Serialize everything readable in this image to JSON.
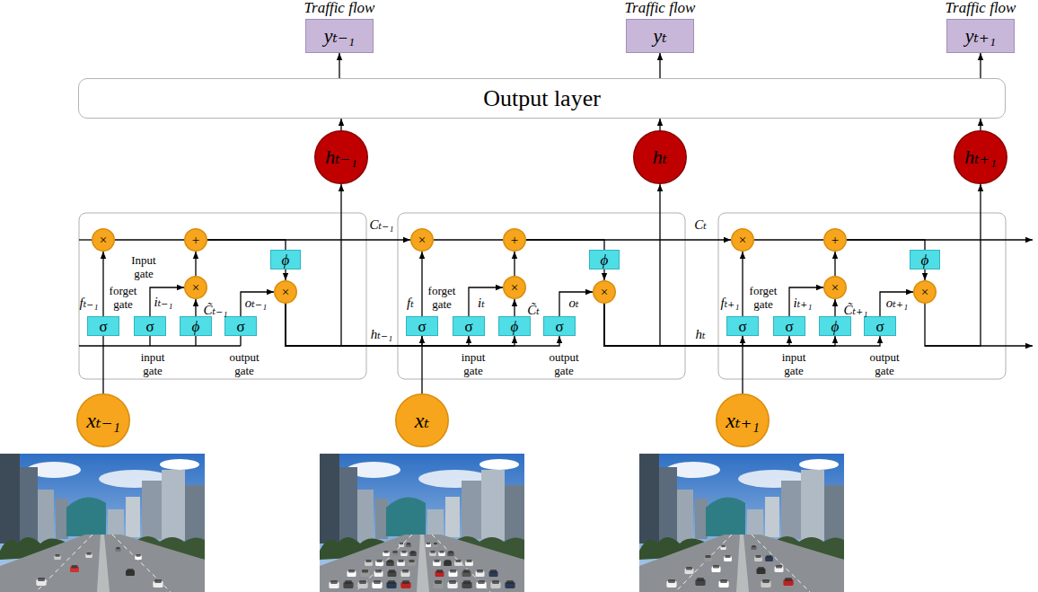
{
  "diagram": {
    "nodes": [
      {
        "text": [
          "Traffic flow",
          "yₜ₋₁"
        ]
      },
      {
        "text": [
          "Traffic flow",
          "yₜ"
        ]
      },
      {
        "text": [
          "Traffic flow",
          "yₜ₊₁"
        ]
      },
      {
        "text": [
          "Output layer"
        ]
      },
      {
        "text": [
          "hₜ₋₁"
        ]
      },
      {
        "text": [
          "hₜ"
        ]
      },
      {
        "text": [
          "hₜ₊₁"
        ]
      },
      {
        "text": [
          "×"
        ]
      },
      {
        "text": [
          "+"
        ]
      },
      {
        "text": [
          "×"
        ]
      },
      {
        "text": [
          "ϕ"
        ]
      },
      {
        "text": [
          "×"
        ]
      },
      {
        "text": [
          "σ"
        ]
      },
      {
        "text": [
          "σ"
        ]
      },
      {
        "text": [
          "ϕ"
        ]
      },
      {
        "text": [
          "σ"
        ]
      },
      {
        "text": [
          "×"
        ]
      },
      {
        "text": [
          "+"
        ]
      },
      {
        "text": [
          "×"
        ]
      },
      {
        "text": [
          "ϕ"
        ]
      },
      {
        "text": [
          "×"
        ]
      },
      {
        "text": [
          "σ"
        ]
      },
      {
        "text": [
          "σ"
        ]
      },
      {
        "text": [
          "ϕ"
        ]
      },
      {
        "text": [
          "σ"
        ]
      },
      {
        "text": [
          "×"
        ]
      },
      {
        "text": [
          "+"
        ]
      },
      {
        "text": [
          "×"
        ]
      },
      {
        "text": [
          "ϕ"
        ]
      },
      {
        "text": [
          "×"
        ]
      },
      {
        "text": [
          "σ"
        ]
      },
      {
        "text": [
          "σ"
        ]
      },
      {
        "text": [
          "ϕ"
        ]
      },
      {
        "text": [
          "σ"
        ]
      },
      {
        "text": [
          "xₜ₋₁"
        ]
      },
      {
        "text": [
          "xₜ"
        ]
      },
      {
        "text": [
          "xₜ₊₁"
        ]
      }
    ],
    "edges": [
      {
        "from": 3,
        "to": 0,
        "arrow": "to"
      },
      {
        "from": 3,
        "to": 1,
        "arrow": "to"
      },
      {
        "from": 3,
        "to": 2,
        "arrow": "to"
      },
      {
        "from": 4,
        "to": 3,
        "arrow": "to"
      },
      {
        "from": 5,
        "to": 3,
        "arrow": "to"
      },
      {
        "from": 6,
        "to": 3,
        "arrow": "to"
      },
      {
        "from": 12,
        "to": 7,
        "arrow": "to"
      },
      {
        "from": 13,
        "to": 9,
        "arrow": "to"
      },
      {
        "from": 14,
        "to": 9,
        "arrow": "to"
      },
      {
        "from": 7,
        "to": 8,
        "arrow": "none"
      },
      {
        "from": 9,
        "to": 8,
        "arrow": "to"
      },
      {
        "from": 8,
        "to": 10,
        "arrow": "none"
      },
      {
        "from": 10,
        "to": 11,
        "arrow": "to"
      },
      {
        "from": 15,
        "to": 11,
        "arrow": "to"
      },
      {
        "from": 11,
        "to": 4,
        "arrow": "to"
      },
      {
        "from": 34,
        "to": 12,
        "arrow": "none"
      },
      {
        "from": 21,
        "to": 16,
        "arrow": "to"
      },
      {
        "from": 22,
        "to": 18,
        "arrow": "to"
      },
      {
        "from": 23,
        "to": 18,
        "arrow": "to"
      },
      {
        "from": 16,
        "to": 17,
        "arrow": "none"
      },
      {
        "from": 18,
        "to": 17,
        "arrow": "to"
      },
      {
        "from": 17,
        "to": 19,
        "arrow": "none"
      },
      {
        "from": 19,
        "to": 20,
        "arrow": "to"
      },
      {
        "from": 24,
        "to": 20,
        "arrow": "to"
      },
      {
        "from": 20,
        "to": 5,
        "arrow": "to"
      },
      {
        "from": 35,
        "to": 21,
        "arrow": "none"
      },
      {
        "from": 30,
        "to": 25,
        "arrow": "to"
      },
      {
        "from": 31,
        "to": 27,
        "arrow": "to"
      },
      {
        "from": 32,
        "to": 27,
        "arrow": "to"
      },
      {
        "from": 25,
        "to": 26,
        "arrow": "none"
      },
      {
        "from": 27,
        "to": 26,
        "arrow": "to"
      },
      {
        "from": 26,
        "to": 28,
        "arrow": "none"
      },
      {
        "from": 28,
        "to": 29,
        "arrow": "to"
      },
      {
        "from": 33,
        "to": 29,
        "arrow": "to"
      },
      {
        "from": 29,
        "to": 6,
        "arrow": "to"
      },
      {
        "from": 36,
        "to": 30,
        "arrow": "none"
      },
      {
        "from": 8,
        "to": 16,
        "arrow": "to"
      },
      {
        "from": 11,
        "to": 21,
        "arrow": "to"
      },
      {
        "from": 11,
        "to": 22,
        "arrow": "to"
      },
      {
        "from": 11,
        "to": 23,
        "arrow": "to"
      },
      {
        "from": 11,
        "to": 24,
        "arrow": "to"
      },
      {
        "from": 17,
        "to": 25,
        "arrow": "to"
      },
      {
        "from": 20,
        "to": 30,
        "arrow": "to"
      },
      {
        "from": 20,
        "to": 31,
        "arrow": "to"
      },
      {
        "from": 20,
        "to": 32,
        "arrow": "to"
      },
      {
        "from": 20,
        "to": 33,
        "arrow": "to"
      }
    ],
    "labels": [
      "Cₜ₋₁",
      "Cₜ",
      "Input gate",
      "forget gate",
      "fₜ₋₁",
      "iₜ₋₁",
      "C̃ₜ₋₁",
      "oₜ₋₁",
      "fₜ",
      "forget gate",
      "iₜ",
      "C̃ₜ",
      "oₜ",
      "fₜ₊₁",
      "forget gate",
      "iₜ₊₁",
      "C̃ₜ₊₁",
      "oₜ₊₁",
      "hₜ₋₁",
      "hₜ",
      "input gate",
      "output gate",
      "input gate",
      "output gate",
      "input gate",
      "output gate"
    ]
  }
}
